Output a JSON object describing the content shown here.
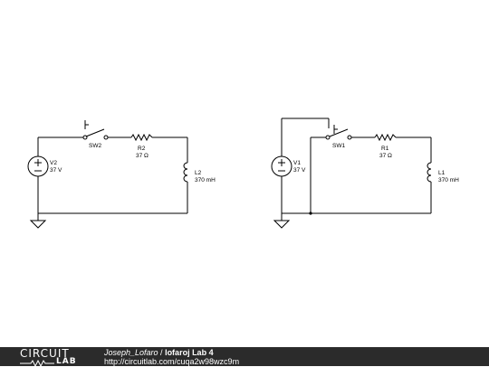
{
  "circuit_left": {
    "switch": "SW2",
    "source_name": "V2",
    "source_value": "37 V",
    "resistor_name": "R2",
    "resistor_value": "37 Ω",
    "inductor_name": "L2",
    "inductor_value": "370 mH"
  },
  "circuit_right": {
    "switch": "SW1",
    "source_name": "V1",
    "source_value": "37 V",
    "resistor_name": "R1",
    "resistor_value": "37 Ω",
    "inductor_name": "L1",
    "inductor_value": "370 mH"
  },
  "footer": {
    "logo_top": "CIRCUIT",
    "logo_bottom": "LAB",
    "author": "Joseph_Lofaro",
    "separator": " / ",
    "project": "lofaroj Lab 4",
    "url": "http://circuitlab.com/cuqa2w98wzc9m"
  }
}
